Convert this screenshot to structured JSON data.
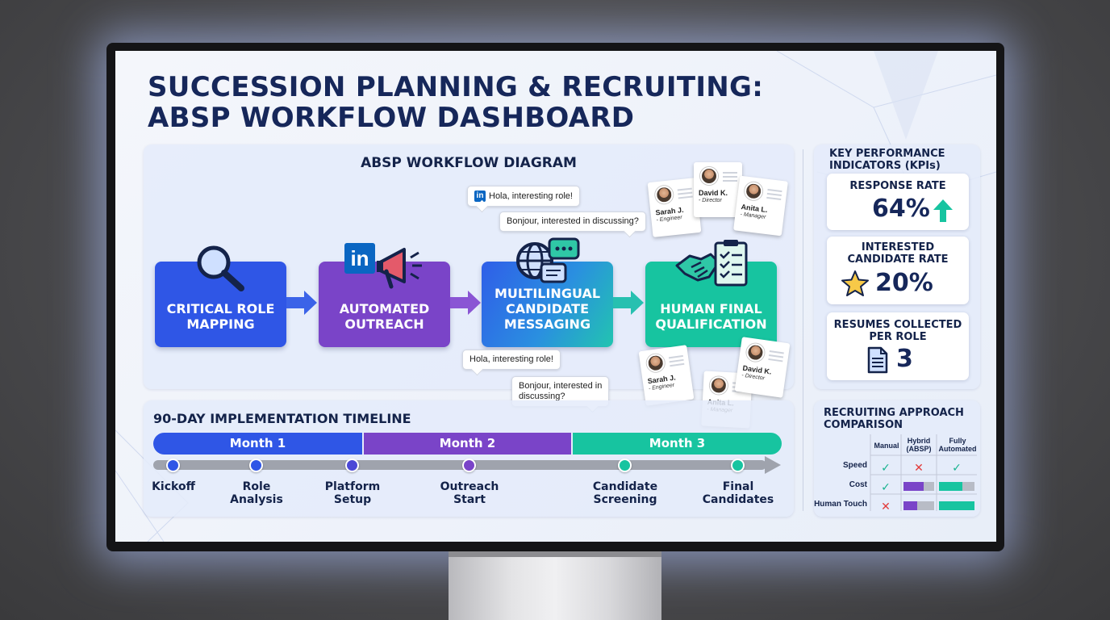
{
  "title_line1": "SUCCESSION PLANNING & RECRUITING:",
  "title_line2": "ABSP WORKFLOW DASHBOARD",
  "workflow": {
    "title": "ABSP WORKFLOW DIAGRAM",
    "steps": [
      {
        "label": "CRITICAL ROLE MAPPING",
        "icon": "magnifier-icon",
        "color": "#2f56e6"
      },
      {
        "label": "AUTOMATED OUTREACH",
        "icon": "megaphone-icon",
        "color": "#7a44c8"
      },
      {
        "label": "MULTILINGUAL CANDIDATE MESSAGING",
        "icon": "globe-chat-icon",
        "color": "#2a7fe0"
      },
      {
        "label": "HUMAN FINAL QUALIFICATION",
        "icon": "handshake-checklist-icon",
        "color": "#17c4a0"
      }
    ],
    "linkedin_badge": "in",
    "bubbles_top": [
      "Hola, interesting role!",
      "Bonjour, interested in discussing?"
    ],
    "bubbles_bottom": [
      "Hola, interesting role!",
      "Bonjour, interested in\ndiscussing?"
    ],
    "cards_top": [
      {
        "name": "Sarah J.",
        "role": "- Engineer"
      },
      {
        "name": "David K.",
        "role": "- Director"
      },
      {
        "name": "Anita L.",
        "role": "- Manager"
      }
    ],
    "cards_bottom": [
      {
        "name": "Sarah J.",
        "role": "- Engineer"
      },
      {
        "name": "Anita L.",
        "role": "- Manager"
      },
      {
        "name": "David K.",
        "role": "- Director"
      }
    ]
  },
  "timeline": {
    "title": "90-DAY IMPLEMENTATION TIMELINE",
    "months": [
      {
        "label": "Month 1",
        "color": "#2f56e6"
      },
      {
        "label": "Month 2",
        "color": "#7a44c8"
      },
      {
        "label": "Month 3",
        "color": "#17c4a0"
      }
    ],
    "milestones": [
      {
        "label": "Kickoff",
        "color": "#2f56e6"
      },
      {
        "label": "Role\nAnalysis",
        "color": "#2f56e6"
      },
      {
        "label": "Platform\nSetup",
        "color": "#4b48d6"
      },
      {
        "label": "Outreach\nStart",
        "color": "#7a44c8"
      },
      {
        "label": "Candidate\nScreening",
        "color": "#17c4a0"
      },
      {
        "label": "Final\nCandidates",
        "color": "#17c4a0"
      }
    ]
  },
  "kpis": {
    "title": "KEY PERFORMANCE\nINDICATORS (KPIs)",
    "items": [
      {
        "label": "RESPONSE RATE",
        "value": "64%",
        "icon": "up-arrow-icon"
      },
      {
        "label": "INTERESTED\nCANDIDATE RATE",
        "value": "20%",
        "icon": "star-icon"
      },
      {
        "label": "RESUMES COLLECTED\nPER ROLE",
        "value": "3",
        "icon": "document-icon"
      }
    ]
  },
  "comparison": {
    "title": "RECRUITING APPROACH\nCOMPARISON",
    "columns": [
      "Manual",
      "Hybrid\n(ABSP)",
      "Fully\nAutomated"
    ],
    "rows": [
      {
        "label": "Speed",
        "cells": [
          {
            "kind": "check"
          },
          {
            "kind": "cross"
          },
          {
            "kind": "check"
          }
        ]
      },
      {
        "label": "Cost",
        "cells": [
          {
            "kind": "check"
          },
          {
            "kind": "bar",
            "fill": 0.65,
            "color": "#7a44c8"
          },
          {
            "kind": "bar",
            "fill": 0.65,
            "color": "#17c4a0"
          }
        ]
      },
      {
        "label": "Human Touch",
        "cells": [
          {
            "kind": "cross"
          },
          {
            "kind": "bar",
            "fill": 0.45,
            "color": "#7a44c8"
          },
          {
            "kind": "bar",
            "fill": 1.0,
            "color": "#17c4a0"
          }
        ]
      }
    ],
    "check_color": "#17b38f",
    "cross_color": "#e23a3a"
  }
}
